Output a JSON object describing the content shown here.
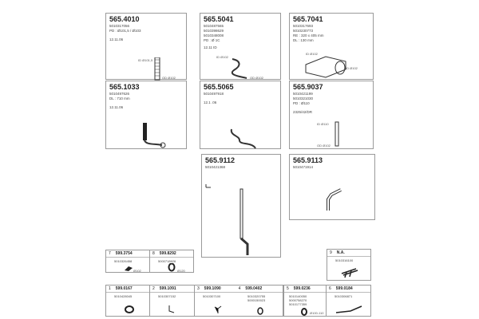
{
  "parts": [
    {
      "code": "565.4010",
      "lines": [
        "5010317056",
        "PD : Ø101,5 / Ø103"
      ],
      "note": "12.11.06",
      "labels": [
        "ID Ø101,5",
        "OD Ø102"
      ]
    },
    {
      "code": "565.5041",
      "lines": [
        "5010487565",
        "5010398629",
        "5010348008",
        "PD : Ø 1C"
      ],
      "note": "12.11 ID",
      "labels": [
        "ID Ø102",
        "OD Ø102"
      ]
    },
    {
      "code": "565.7041",
      "lines": [
        "5010317693",
        "5010230773",
        "RE : 320 x 405 mm",
        "DL : 130 mm"
      ],
      "note": "",
      "labels": [
        "ID Ø102",
        "OD Ø102"
      ]
    },
    {
      "code": "565.1033",
      "lines": [
        "5010497626",
        "DL : 710 mm"
      ],
      "note": "12.11.06",
      "labels": []
    },
    {
      "code": "565.5065",
      "lines": [
        "5010497918"
      ],
      "note": "12.1 .06",
      "labels": []
    },
    {
      "code": "565.9037",
      "lines": [
        "5010421199",
        "5010321030",
        "PD : Ø110"
      ],
      "note": "2325/42/DR",
      "labels": [
        "ID Ø110",
        "OD Ø102"
      ]
    },
    {
      "code": "565.9112",
      "lines": [
        "5010421368"
      ],
      "note": "",
      "labels": []
    },
    {
      "code": "565.9113",
      "lines": [
        "5010471914"
      ],
      "note": "",
      "labels": []
    }
  ],
  "small_parts": [
    {
      "num": "7",
      "code": "599.3754",
      "lines": [
        "5010326458"
      ],
      "label": "Ø102"
    },
    {
      "num": "8",
      "code": "599.8292",
      "lines": [
        "5000718626"
      ],
      "label": "Ø120"
    },
    {
      "num": "9",
      "code": "N.A.",
      "lines": [
        "5010316100"
      ],
      "label": ""
    },
    {
      "num": "1",
      "code": "599.0167",
      "lines": [
        "5010428045"
      ],
      "label": ""
    },
    {
      "num": "2",
      "code": "599.1091",
      "lines": [
        "5010307152"
      ],
      "label": ""
    },
    {
      "num": "3",
      "code": "599.1090",
      "lines": [
        "5010307100"
      ],
      "label": ""
    },
    {
      "num": "4",
      "code": "599.0402",
      "lines": [
        "5010320755",
        "5000150023"
      ],
      "label": ""
    },
    {
      "num": "5",
      "code": "599.0236",
      "lines": [
        "5010140050",
        "5000758270",
        "5010177359"
      ],
      "label": "Ø100-110"
    },
    {
      "num": "6",
      "code": "599.0184",
      "lines": [
        "5010306871"
      ],
      "label": ""
    }
  ]
}
